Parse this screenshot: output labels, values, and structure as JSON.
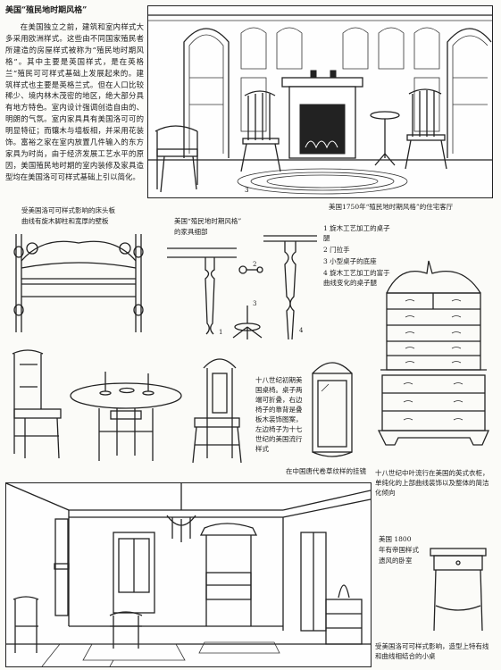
{
  "intro": {
    "heading": "美国“殖民地时期风格”",
    "body": "在美国独立之前，建筑和室内样式大多采用欧洲样式。这些由不同国家殖民者所建造的房屋样式被称为“殖民地时期风格”。其中主要是英国样式，是在英格兰“殖民可可样式基础上发展起来的。建筑样式也主要是英格兰式。但在人口比较稀少、境内林木茂密的地区，绝大部分具有地方特色。室内设计强调创造自由的、明朗的气氛。室内家具具有美国洛可可的明显特征；而镶木与墙板相，并采用花装饰。富裕之家在室内放置几件输入的东方家具为时尚，由于经济发展工艺水平的原因，美国殖民地时期的室内装修及家具造型均在美国洛可可样式基础上引以简化。"
  },
  "captions": {
    "room1750": "美国1750年“殖民地时期风格”的住宅客厅",
    "bed_l1": "受美国洛可可样式影响的床头板",
    "bed_l2": "曲线有旋木脚柱和宽厚的壁板",
    "detail_title_l1": "美国“殖民地时期风格”",
    "detail_title_l2": "的家具细部",
    "detail_list": [
      "1 旋木工艺加工的桌子腿",
      "2 门拉手",
      "3 小型桌子的底座",
      "4 旋木工艺加工的富于曲线变化的桌子腿"
    ],
    "chair_note": "十八世纪初期美国桌椅。桌子两端可折叠，右边椅子的靠背是叠板木装饰图案，左边椅子为十七世纪的美国流行样式",
    "mirror_note": "在中国唐代卷草纹样的挂镜",
    "highboy_note": "十八世纪中叶流行在美国的英式衣柜，单纯化的上部曲线装饰以及整体的简洁化倾向",
    "bedroom_note_l1": "美国 1800",
    "bedroom_note_l2": "年有帝国样式",
    "bedroom_note_l3": "遗风的卧室",
    "table_note": "受美国洛可可样式影响，造型上特有线和曲线相结合的小桌"
  },
  "labels": {
    "leg1": "1",
    "leg2": "2",
    "leg3": "3",
    "leg4": "4",
    "fig3": "3"
  }
}
